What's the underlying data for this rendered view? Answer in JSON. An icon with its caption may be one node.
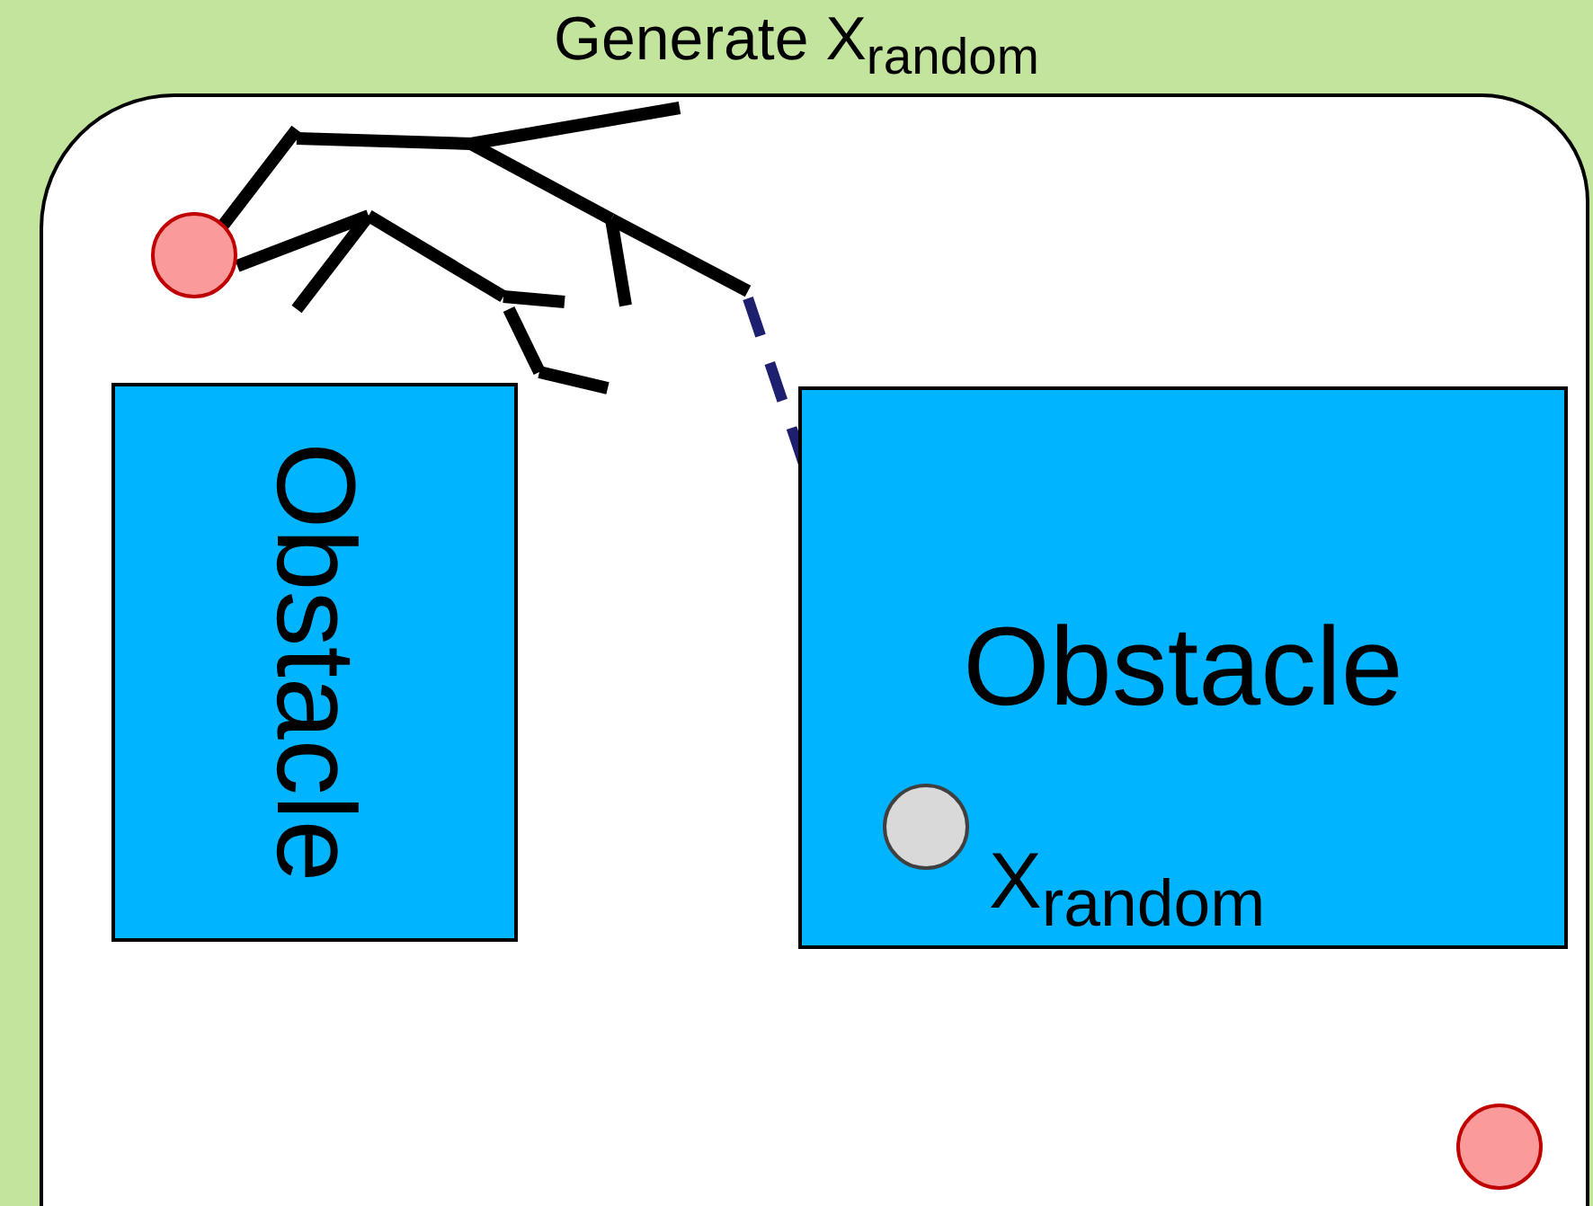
{
  "diagram": {
    "title": "Generate X$_{random}$",
    "nodes": [
      {
        "text": [],
        "shape": "circle"
      },
      {
        "text": [],
        "shape": "tree"
      },
      {
        "text": [
          "Obstacle"
        ]
      },
      {
        "text": [
          "Obstacle"
        ]
      },
      {
        "text": [],
        "shape": "circle",
        "beside": [
          "X$_{random}$"
        ],
        "in": 3
      },
      {
        "text": [],
        "shape": "circle"
      }
    ],
    "edges": [
      {
        "from": 1,
        "to": 4,
        "arrow": "none",
        "style": "dashed",
        "color": "#1f1f6f"
      }
    ]
  }
}
